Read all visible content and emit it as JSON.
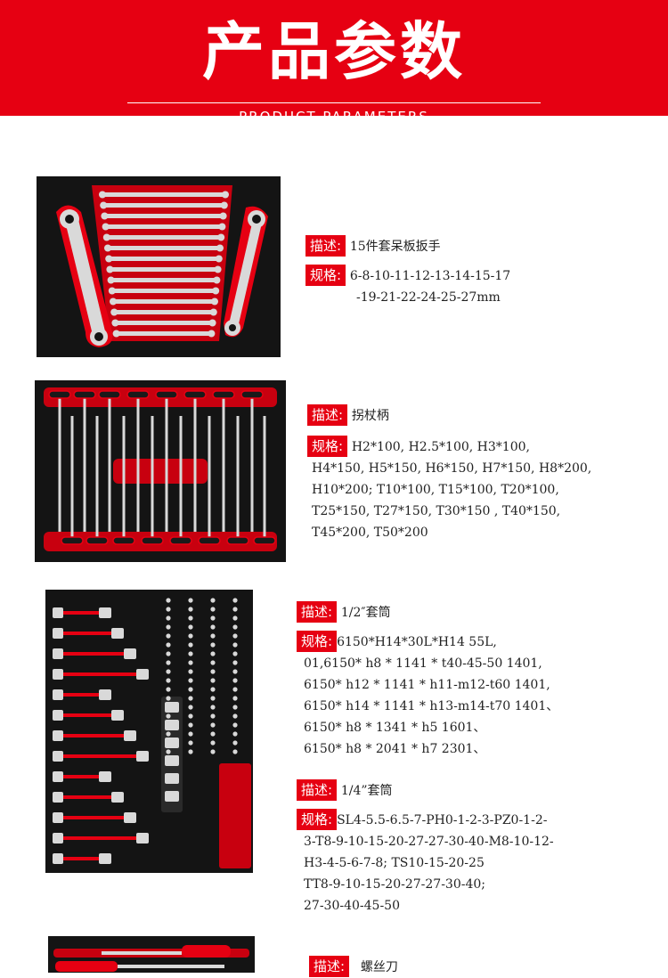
{
  "banner": {
    "title": "产品参数",
    "subtitle": "PRODUCT PARAMETERS"
  },
  "products": [
    {
      "desc_tag": "描述:",
      "desc": "15件套呆板扳手",
      "spec_tag": "规格:",
      "spec_lines": [
        "6-8-10-11-12-13-14-15-17",
        "-19-21-22-24-25-27mm"
      ]
    },
    {
      "desc_tag": "描述:",
      "desc": "拐杖柄",
      "spec_tag": "规格:",
      "spec_lines": [
        "H2*100, H2.5*100, H3*100,",
        "H4*150, H5*150, H6*150, H7*150, H8*200,",
        "H10*200; T10*100, T15*100, T20*100,",
        "T25*150, T27*150, T30*150 , T40*150,",
        "T45*200, T50*200"
      ]
    },
    {
      "desc_tag": "描述:",
      "desc": "1/2″套筒",
      "spec_tag": "规格:",
      "spec_lines": [
        "6150*H14*30L*H14 55L,",
        "01,6150* h8 * 1141 * t40-45-50 1401,",
        "6150* h12 * 1141 * h11-m12-t60 1401,",
        "6150* h14 * 1141 * h13-m14-t70 1401、",
        "6150* h8 * 1341 * h5 1601、",
        "6150* h8 * 2041 * h7 2301、"
      ],
      "desc2_tag": "描述:",
      "desc2": "1/4”套筒",
      "spec2_tag": "规格:",
      "spec2_lines": [
        "SL4-5.5-6.5-7-PH0-1-2-3-PZ0-1-2-",
        "3-T8-9-10-15-20-27-27-30-40-M8-10-12-",
        "H3-4-5-6-7-8; TS10-15-20-25",
        "TT8-9-10-15-20-27-27-30-40;",
        "27-30-40-45-50"
      ]
    },
    {
      "desc_tag": "描述:",
      "desc": "螺丝刀"
    }
  ],
  "colors": {
    "accent": "#e60012",
    "foam": "#141414",
    "chrome": "#d9d9d9"
  }
}
